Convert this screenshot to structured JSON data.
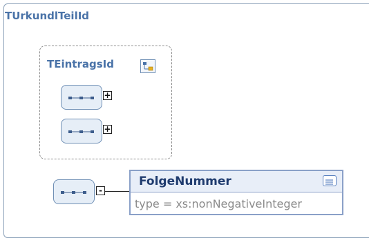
{
  "outer": {
    "title": "TUrkundlTeilId"
  },
  "group": {
    "title": "TEintragsId",
    "type_icon": "complex-type-icon"
  },
  "sequences": [
    {
      "name": "sequence-compositor-1",
      "expander": "+"
    },
    {
      "name": "sequence-compositor-2",
      "expander": "+"
    },
    {
      "name": "sequence-compositor-3",
      "expander": "-"
    }
  ],
  "element": {
    "name": "FolgeNummer",
    "type": "type = xs:nonNegativeInteger",
    "icon": "documentation-icon"
  },
  "colors": {
    "title": "#4a73a8",
    "border": "#6f8fb5",
    "fill": "#e6eef7",
    "element_header": "#e8eef8"
  }
}
